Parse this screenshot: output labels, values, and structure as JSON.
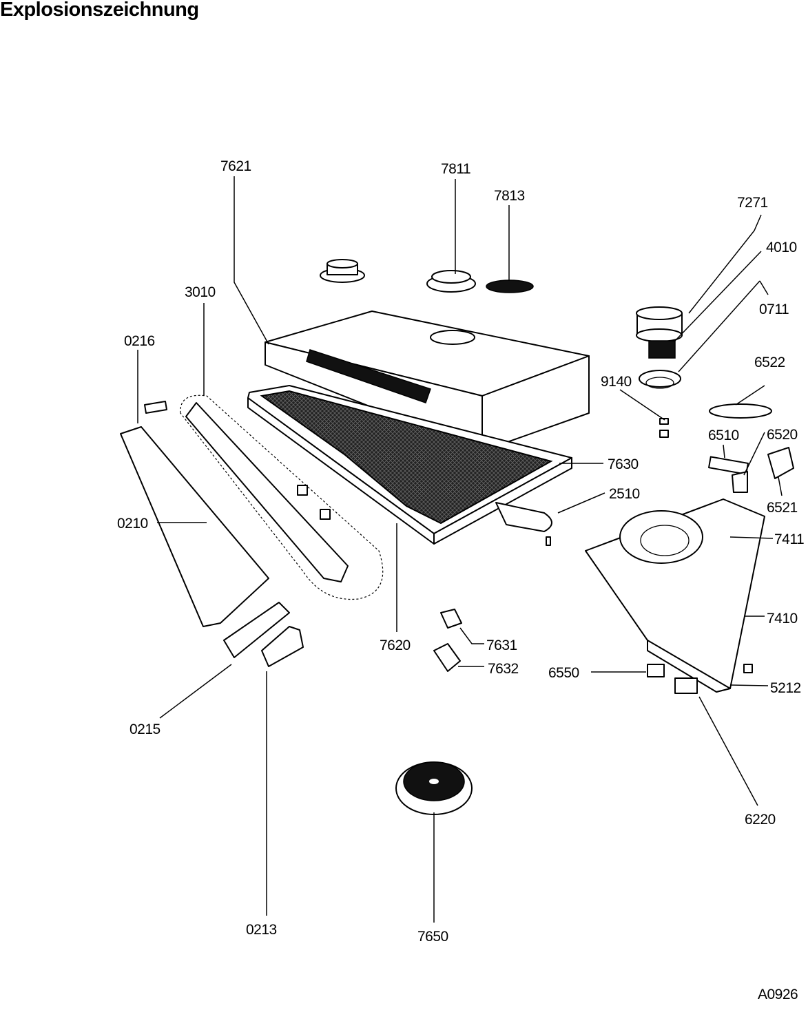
{
  "title": "Explosionszeichnung",
  "drawing_code": "A0926",
  "callouts": [
    "7621",
    "7811",
    "7813",
    "7271",
    "4010",
    "0711",
    "3010",
    "0216",
    "6522",
    "9140",
    "6510",
    "6520",
    "7630",
    "2510",
    "6521",
    "7411",
    "0210",
    "7410",
    "7620",
    "7631",
    "7632",
    "6550",
    "5212",
    "0215",
    "6220",
    "0213",
    "7650"
  ]
}
